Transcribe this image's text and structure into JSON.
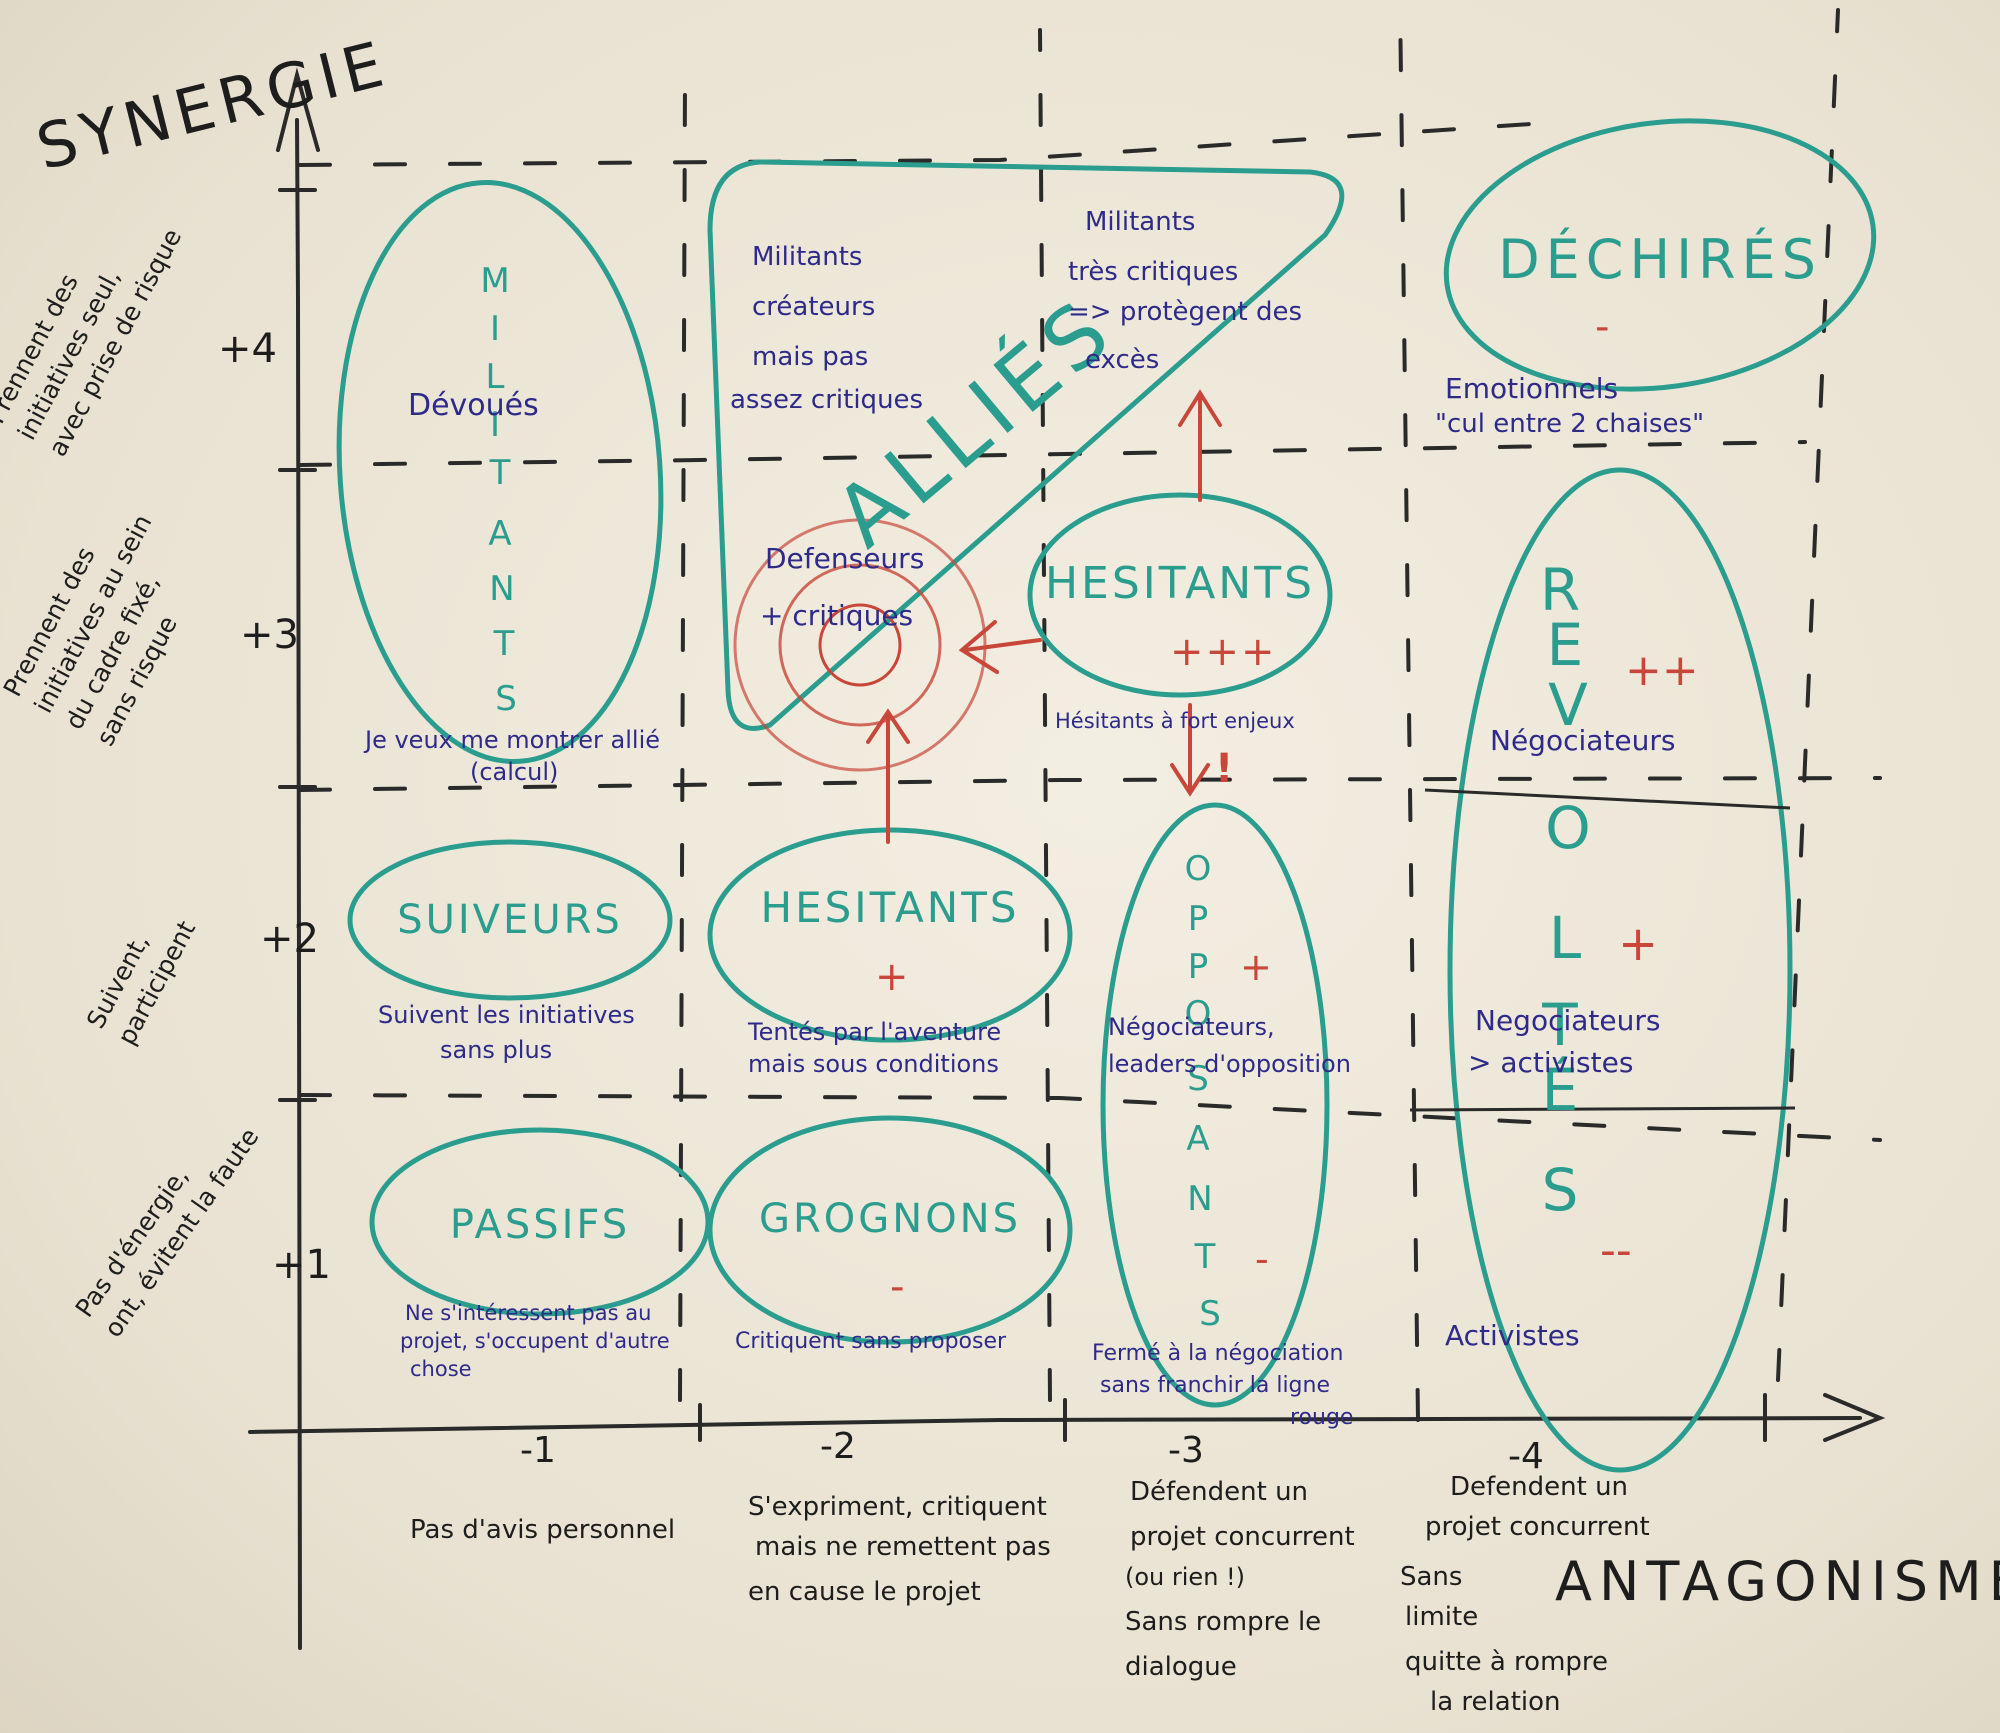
{
  "colors": {
    "teal": "#2a9d8f",
    "blue": "#2d2a8a",
    "black": "#1d1d1d",
    "red": "#c8473a",
    "paper": "#ece6d7"
  },
  "axes": {
    "y_title": "SYNERGIE",
    "x_title": "ANTAGONISME"
  },
  "y_levels": [
    {
      "score": "+4",
      "desc": [
        "Prennent des",
        "initiatives seul,",
        "avec prise de risque"
      ]
    },
    {
      "score": "+3",
      "desc": [
        "Prennent des",
        "initiatives au sein",
        "du cadre fixé,",
        "sans risque"
      ]
    },
    {
      "score": "+2",
      "desc": [
        "Suivent,",
        "participent"
      ]
    },
    {
      "score": "+1",
      "desc": [
        "Pas d'énergie,",
        "ont, évitent la faute"
      ]
    }
  ],
  "x_levels": [
    {
      "score": "-1",
      "desc": [
        "Pas d'avis personnel"
      ]
    },
    {
      "score": "-2",
      "desc": [
        "S'expriment, critiquent",
        "mais ne remettent pas",
        "en cause le projet"
      ]
    },
    {
      "score": "-3",
      "desc": [
        "Défendent un",
        "projet concurrent",
        "(ou rien !)",
        "Sans rompre le",
        "dialogue"
      ]
    },
    {
      "score": "-4",
      "desc": [
        "Defendent un",
        "projet concurrent",
        "Sans",
        "limite",
        "quitte à rompre",
        "la relation"
      ]
    }
  ],
  "groups": {
    "militants": {
      "vertical_label": [
        "M",
        "I",
        "L",
        "I",
        "T",
        "A",
        "N",
        "T",
        "S"
      ],
      "inner_note": "Dévoués",
      "note": [
        "Je veux me montrer allié",
        "(calcul)"
      ]
    },
    "allies": {
      "label": "ALLIÉS",
      "note_creative": [
        "Militants",
        "créateurs",
        "mais pas",
        "assez critiques"
      ],
      "note_critical": [
        "Militants",
        "très critiques",
        "=> protègent des",
        "excès"
      ],
      "note_defenders": [
        "Defenseurs",
        "+ critiques"
      ]
    },
    "dechires": {
      "label": "DÉCHIRÉS",
      "sign": "-",
      "note": [
        "Emotionnels",
        "\"cul entre 2 chaises\""
      ]
    },
    "hesitants_top": {
      "label": "HESITANTS",
      "sign": "+++",
      "note": "Hésitants à fort enjeux",
      "alert": "!"
    },
    "revoltes": {
      "vertical_label": [
        "R",
        "E",
        "V",
        "O",
        "L",
        "T",
        "É",
        "S"
      ],
      "sign_high": "++",
      "sign_mid": "+",
      "sign_low": "--",
      "note_high": "Négociateurs",
      "note_mid": [
        "Negociateurs",
        "> activistes"
      ],
      "note_low": "Activistes"
    },
    "suiveurs": {
      "label": "SUIVEURS",
      "note": [
        "Suivent les initiatives",
        "sans plus"
      ]
    },
    "hesitants_mid": {
      "label": "HESITANTS",
      "sign": "+",
      "note": [
        "Tentés par l'aventure",
        "mais sous conditions"
      ]
    },
    "opposants": {
      "vertical_label": [
        "O",
        "P",
        "P",
        "O",
        "S",
        "A",
        "N",
        "T",
        "S"
      ],
      "sign_plus": "+",
      "sign_minus": "-",
      "note_top": [
        "Négociateurs,",
        "leaders d'opposition"
      ],
      "note_bottom": [
        "Fermé à la négociation",
        "sans franchir la ligne",
        "rouge"
      ]
    },
    "passifs": {
      "label": "PASSIFS",
      "note": [
        "Ne s'intéressent pas au",
        "projet, s'occupent d'autre",
        "chose"
      ]
    },
    "grognons": {
      "label": "GROGNONS",
      "sign": "-",
      "note": "Critiquent sans proposer"
    }
  }
}
